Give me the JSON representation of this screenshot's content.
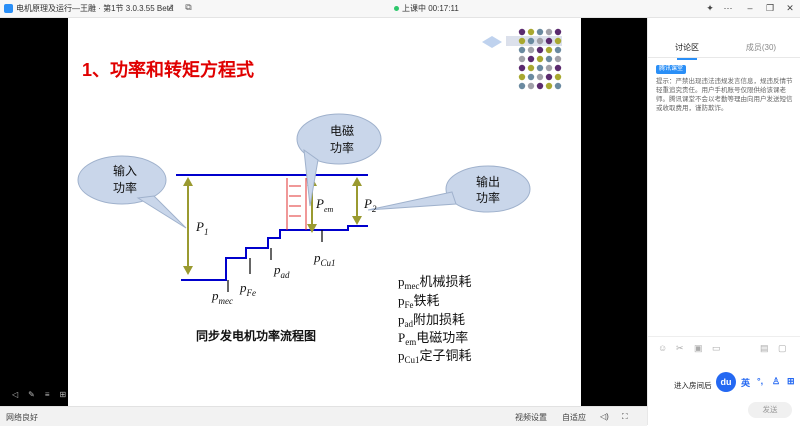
{
  "titlebar": {
    "title": "电机原理及运行—王雕 · 第1节 3.0.3.55 Beta",
    "status": "上课中 00:17:11"
  },
  "slide": {
    "heading": "1、功率和转矩方程式",
    "caption": "同步发电机功率流程图",
    "bubbles": {
      "input": [
        "输入",
        "功率"
      ],
      "em": [
        "电磁",
        "功率"
      ],
      "output": [
        "输出",
        "功率"
      ]
    },
    "symbols": {
      "p1": "P",
      "p1_sub": "1",
      "p2": "P",
      "p2_sub": "2",
      "pem": "P",
      "pem_sub": "em",
      "pmec": "p",
      "pmec_sub": "mec",
      "pfe": "p",
      "pfe_sub": "Fe",
      "pad": "p",
      "pad_sub": "ad",
      "pcu1": "p",
      "pcu1_sub": "Cu1"
    },
    "legend": [
      {
        "sym": "p",
        "sub": "mec",
        "text": "机械损耗"
      },
      {
        "sym": "p",
        "sub": "Fe",
        "text": "铁耗"
      },
      {
        "sym": "p",
        "sub": "ad",
        "text": "附加损耗"
      },
      {
        "sym": "P",
        "sub": "em",
        "text": "电磁功率"
      },
      {
        "sym": "p",
        "sub": "Cu1",
        "text": "定子铜耗"
      }
    ]
  },
  "bottombar": {
    "network": "网络良好",
    "video_settings": "视频设置",
    "adaptive": "自适应"
  },
  "sidebar": {
    "tabs": [
      "讨论区",
      "成员(30)"
    ],
    "badge": "腾讯课堂",
    "notice": "提示：严禁出现违法违规发言信息，规违反情节轻重追究责任。用户手机账号仅限供给该课老师。腾讯课堂不会以考勤等理由向用户发送短信或收取费用，谨防欺诈。",
    "enter_room": "进入房间后",
    "send": "发送",
    "ime_label": "英"
  },
  "colors": {
    "accent": "#2a8ff7",
    "slide_title": "#e00000",
    "flow_line": "#0000cc",
    "arrow_fill": "#a0a030",
    "bubble": "#c9d6ea"
  }
}
